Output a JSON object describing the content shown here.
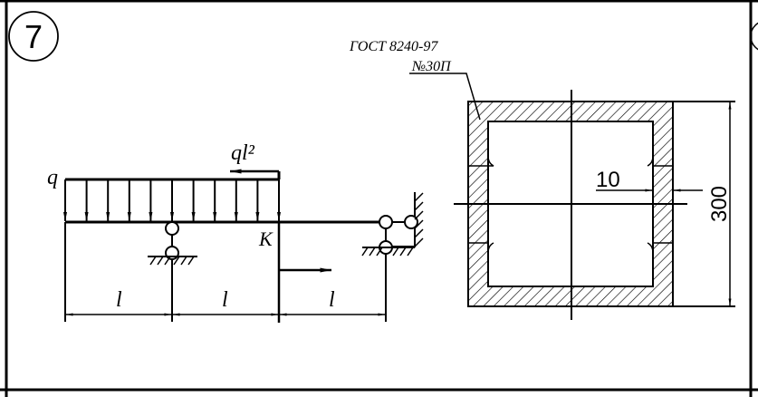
{
  "problem_number": "7",
  "loads": {
    "distributed": "q",
    "moment": "ql²",
    "point_label": "K"
  },
  "spans": [
    "l",
    "l",
    "l"
  ],
  "section": {
    "standard": "ГОСТ 8240-97",
    "profile": "№30П",
    "height_dim": "300",
    "thickness_dim": "10"
  }
}
